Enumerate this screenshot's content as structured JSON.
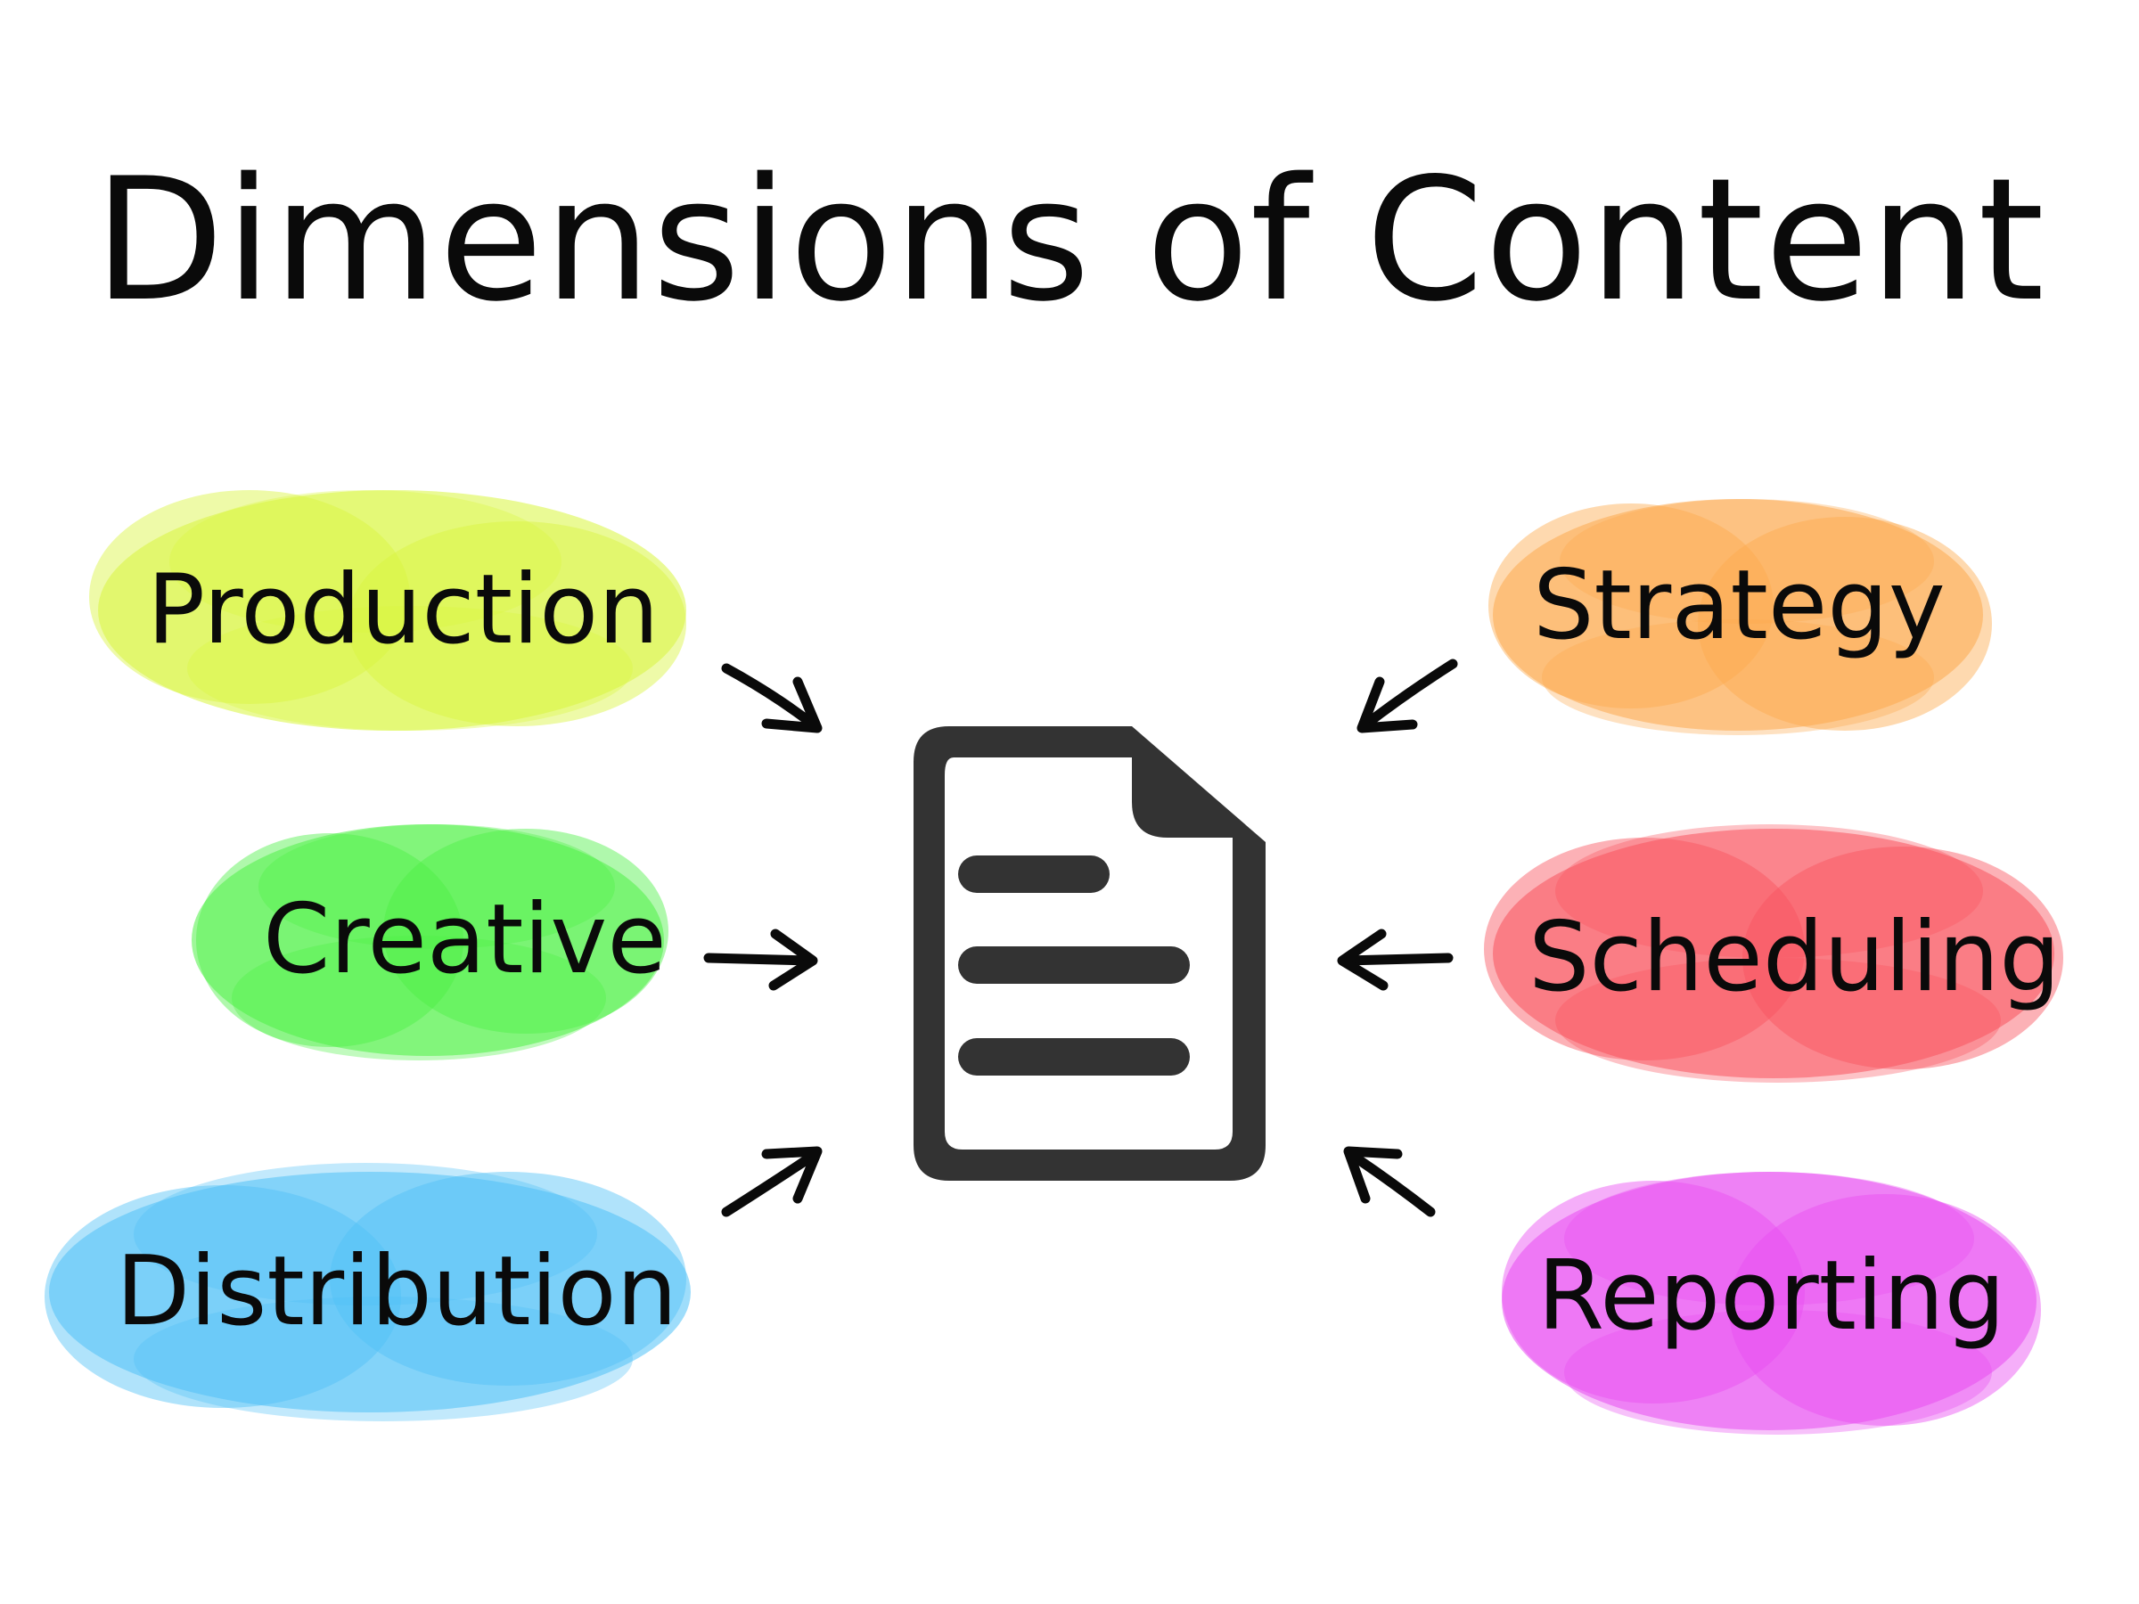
{
  "title": "Dimensions of Content",
  "center_icon": "document-icon",
  "left_dimensions": [
    {
      "label": "Production",
      "color": "#d9f53e"
    },
    {
      "label": "Creative",
      "color": "#4ef046"
    },
    {
      "label": "Distribution",
      "color": "#4fc1f7"
    }
  ],
  "right_dimensions": [
    {
      "label": "Strategy",
      "color": "#fdaa4e"
    },
    {
      "label": "Scheduling",
      "color": "#f9525e"
    },
    {
      "label": "Reporting",
      "color": "#e84cf1"
    }
  ],
  "arrow_icon": "arrow-icon",
  "icon_color": "#333333"
}
